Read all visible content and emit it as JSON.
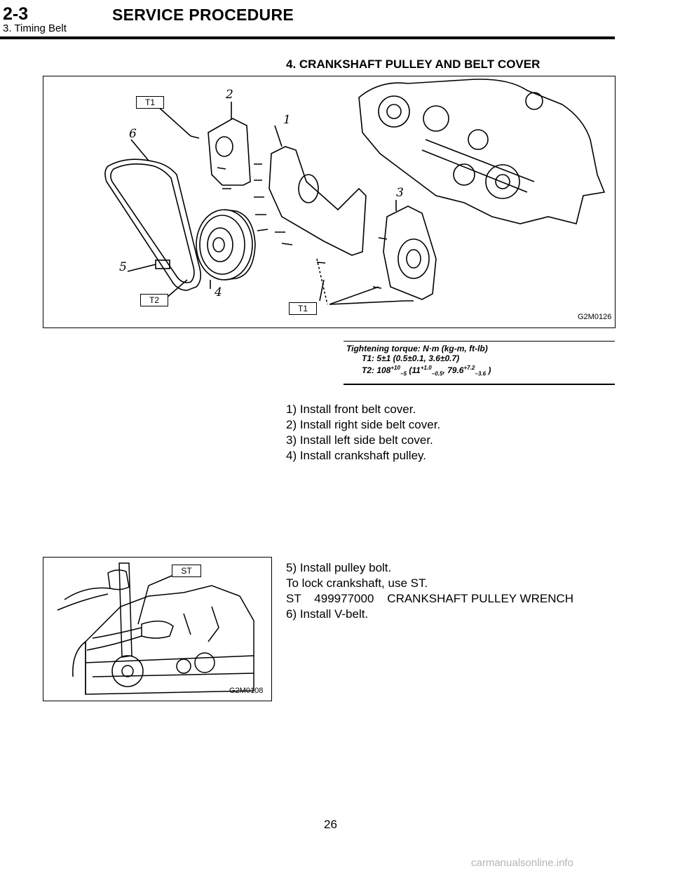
{
  "header": {
    "section_code": "2-3",
    "title": "SERVICE PROCEDURE",
    "subtitle": "3. Timing Belt"
  },
  "section": {
    "title": "4. CRANKSHAFT PULLEY AND BELT COVER"
  },
  "figure1": {
    "code": "G2M0126",
    "callouts": [
      "T1",
      "T2",
      "T1"
    ],
    "numbers": [
      "2",
      "1",
      "6",
      "3",
      "5",
      "4"
    ]
  },
  "torque": {
    "heading": "Tightening torque: N·m (kg-m, ft-lb)",
    "t1": "T1: 5±1 (0.5±0.1, 3.6±0.7)",
    "t2_prefix": "T2: 108",
    "t2_sup1": "+10",
    "t2_sub1": "−5",
    "t2_mid": " (11",
    "t2_sup2": "+1.0",
    "t2_sub2": "−0.5",
    "t2_mid2": ", 79.6",
    "t2_sup3": "+7.2",
    "t2_sub3": "−3.6",
    "t2_end": " )"
  },
  "steps_a": [
    "1) Install front belt cover.",
    "2) Install right side belt cover.",
    "3) Install left side belt cover.",
    "4) Install crankshaft pulley."
  ],
  "figure2": {
    "code": "G2M0108",
    "callout": "ST"
  },
  "steps_b": [
    "5) Install pulley bolt.",
    "To lock crankshaft, use ST.",
    "ST    499977000    CRANKSHAFT PULLEY WRENCH",
    "6) Install V-belt."
  ],
  "page_number": "26",
  "watermark": "carmanualsonline.info"
}
